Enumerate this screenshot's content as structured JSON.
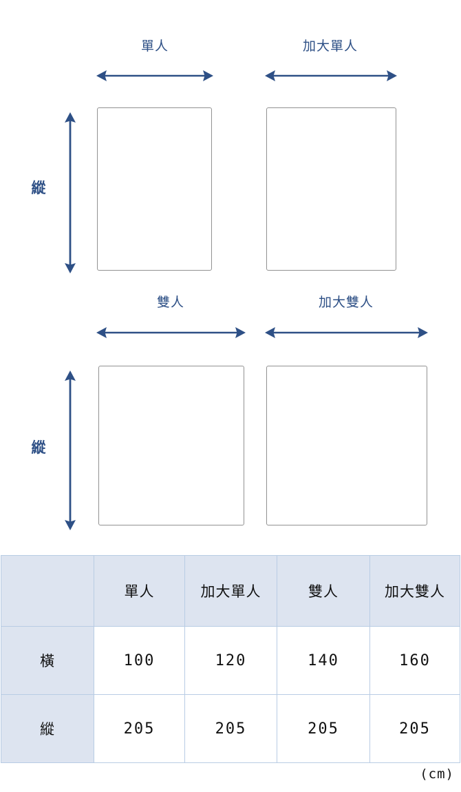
{
  "accent_color": "#2e5086",
  "rect_border_color": "#919191",
  "table_header_bg": "#dde4f0",
  "table_border_color": "#b8cce4",
  "diagram": {
    "rows": [
      {
        "vertical_label": "縱",
        "items": [
          {
            "label": "單人",
            "width_arrow": "horizontal-double-arrow"
          },
          {
            "label": "加大單人",
            "width_arrow": "horizontal-double-arrow"
          }
        ]
      },
      {
        "vertical_label": "縱",
        "items": [
          {
            "label": "雙人",
            "width_arrow": "horizontal-double-arrow"
          },
          {
            "label": "加大雙人",
            "width_arrow": "horizontal-double-arrow"
          }
        ]
      }
    ]
  },
  "table": {
    "corner": "",
    "columns": [
      "單人",
      "加大單人",
      "雙人",
      "加大雙人"
    ],
    "rows": [
      {
        "label": "橫",
        "values": [
          "100",
          "120",
          "140",
          "160"
        ]
      },
      {
        "label": "縱",
        "values": [
          "205",
          "205",
          "205",
          "205"
        ]
      }
    ]
  },
  "unit_note": "(cm)",
  "chart_data": {
    "type": "table",
    "title": "",
    "categories": [
      "單人",
      "加大單人",
      "雙人",
      "加大雙人"
    ],
    "series": [
      {
        "name": "橫",
        "values": [
          100,
          120,
          140,
          160
        ]
      },
      {
        "name": "縱",
        "values": [
          205,
          205,
          205,
          205
        ]
      }
    ],
    "unit": "cm",
    "xlabel": "",
    "ylabel": ""
  }
}
